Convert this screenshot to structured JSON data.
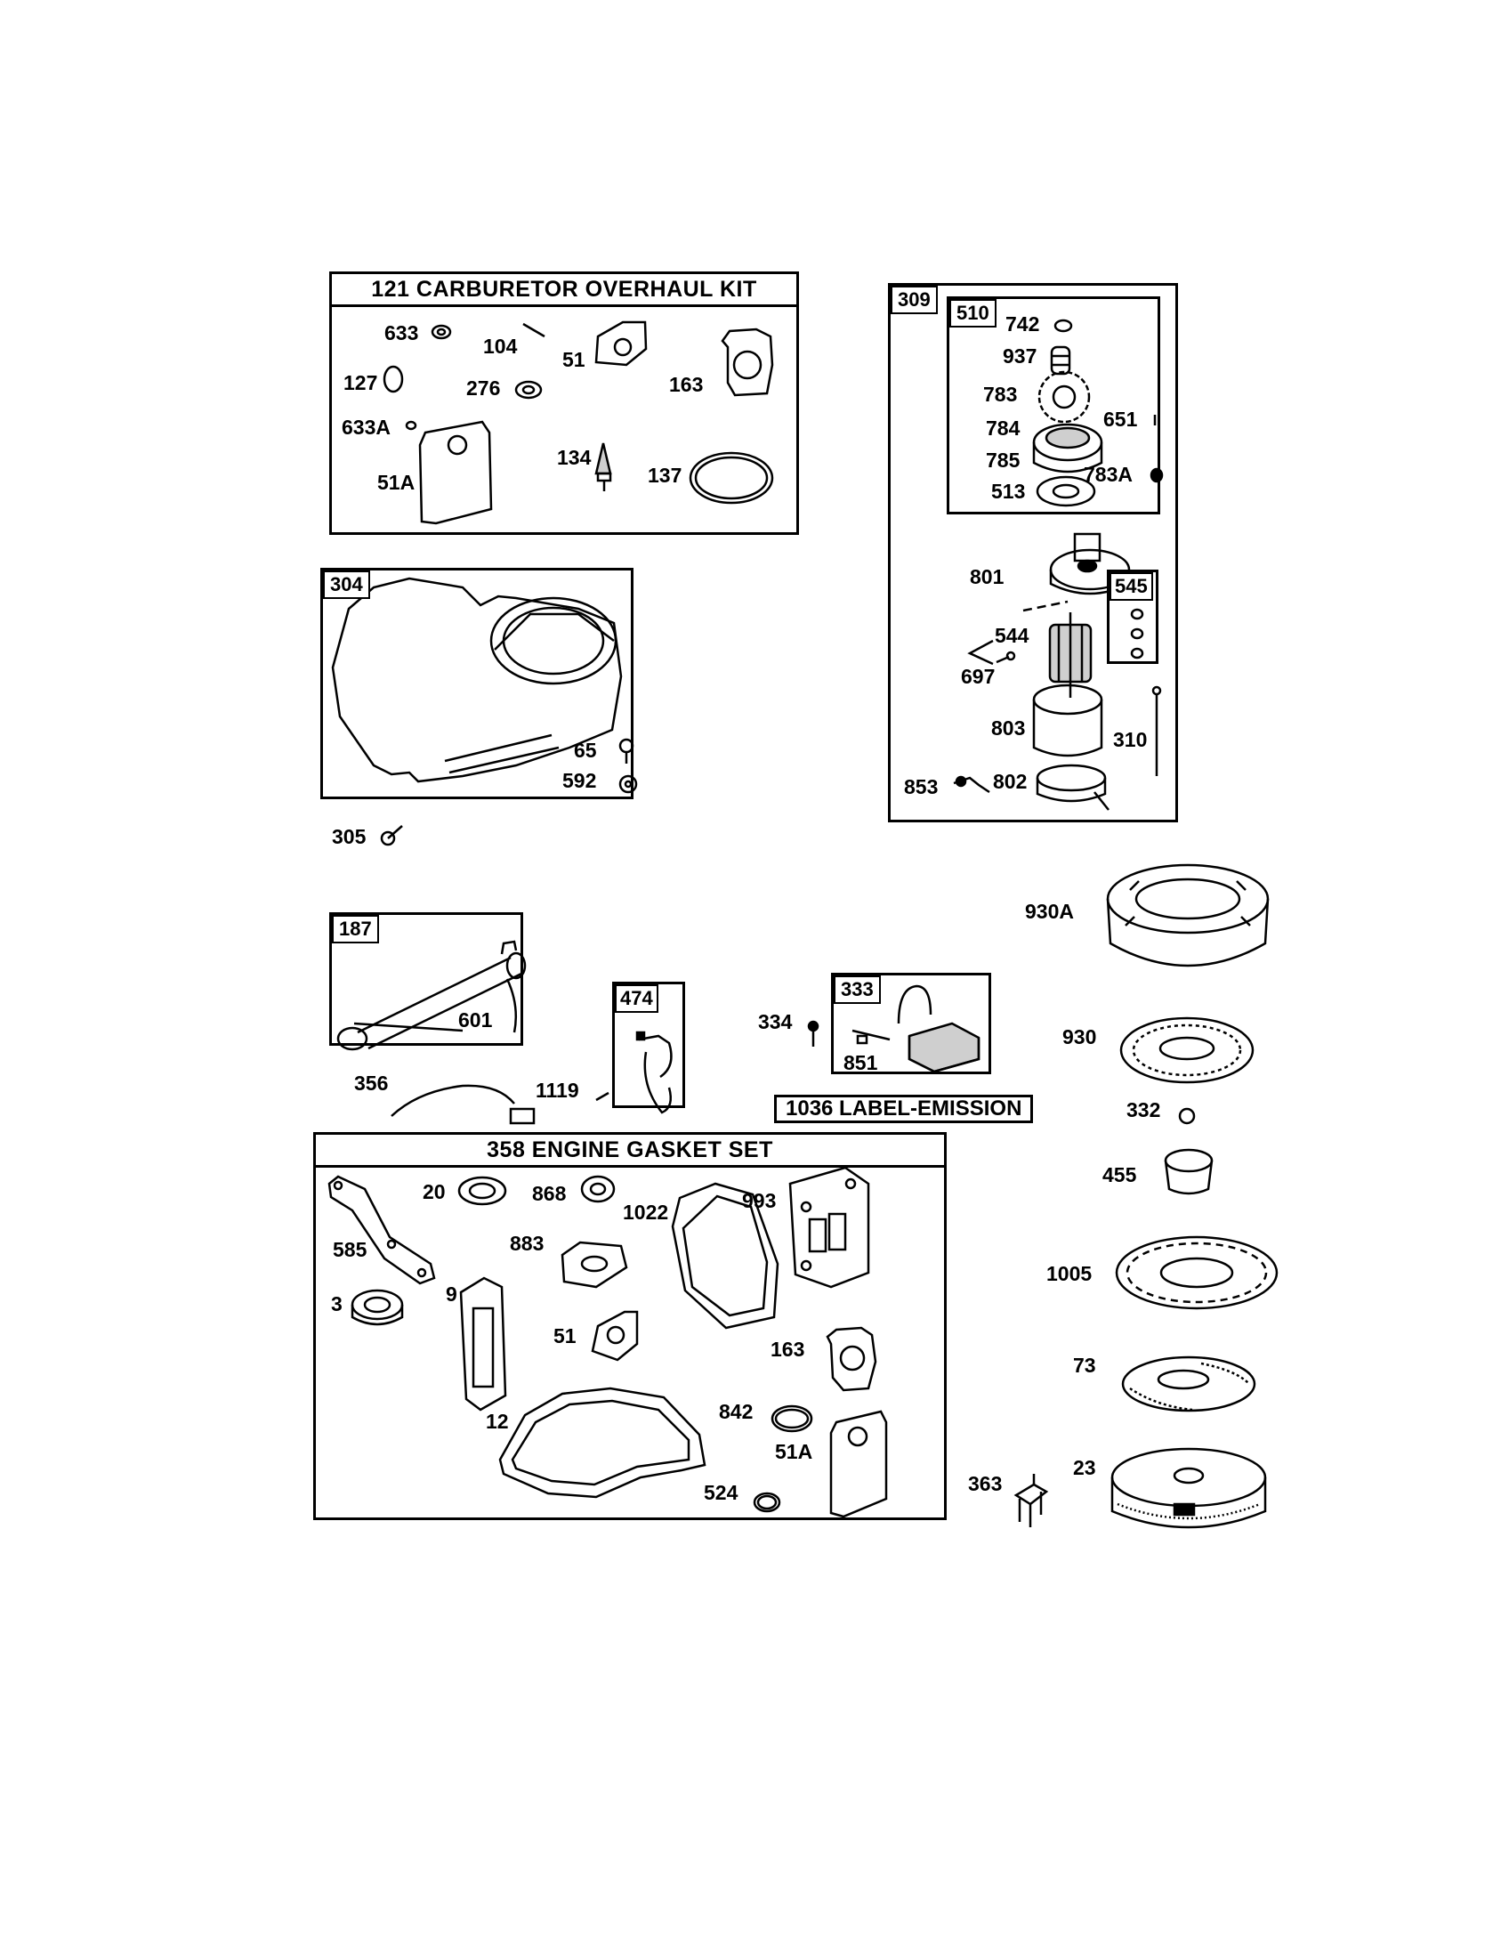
{
  "panels": {
    "carb": {
      "title": "121 CARBURETOR OVERHAUL KIT"
    },
    "gasket": {
      "title": "358 ENGINE GASKET SET"
    }
  },
  "tags": {
    "t304": "304",
    "t309": "309",
    "t510": "510",
    "t545": "545",
    "t187": "187",
    "t474": "474",
    "t333": "333"
  },
  "label_emission": "1036 LABEL-EMISSION",
  "parts": {
    "p633": "633",
    "p104": "104",
    "p51": "51",
    "p163": "163",
    "p127": "127",
    "p276": "276",
    "p633a": "633A",
    "p51a": "51A",
    "p134": "134",
    "p137": "137",
    "p65": "65",
    "p592": "592",
    "p305": "305",
    "p742": "742",
    "p937": "937",
    "p783": "783",
    "p651": "651",
    "p784": "784",
    "p785": "785",
    "p783a": "783A",
    "p513": "513",
    "p801": "801",
    "p544": "544",
    "p697": "697",
    "p803": "803",
    "p310": "310",
    "p853": "853",
    "p802": "802",
    "p930a": "930A",
    "p930": "930",
    "p332": "332",
    "p455": "455",
    "p1005": "1005",
    "p73": "73",
    "p23": "23",
    "p363": "363",
    "p601": "601",
    "p356": "356",
    "p1119": "1119",
    "p334": "334",
    "p851": "851",
    "g20": "20",
    "g868": "868",
    "g1022": "1022",
    "g993": "993",
    "g585": "585",
    "g883": "883",
    "g3": "3",
    "g9": "9",
    "g51": "51",
    "g163": "163",
    "g842": "842",
    "g12": "12",
    "g51a": "51A",
    "g524": "524"
  }
}
